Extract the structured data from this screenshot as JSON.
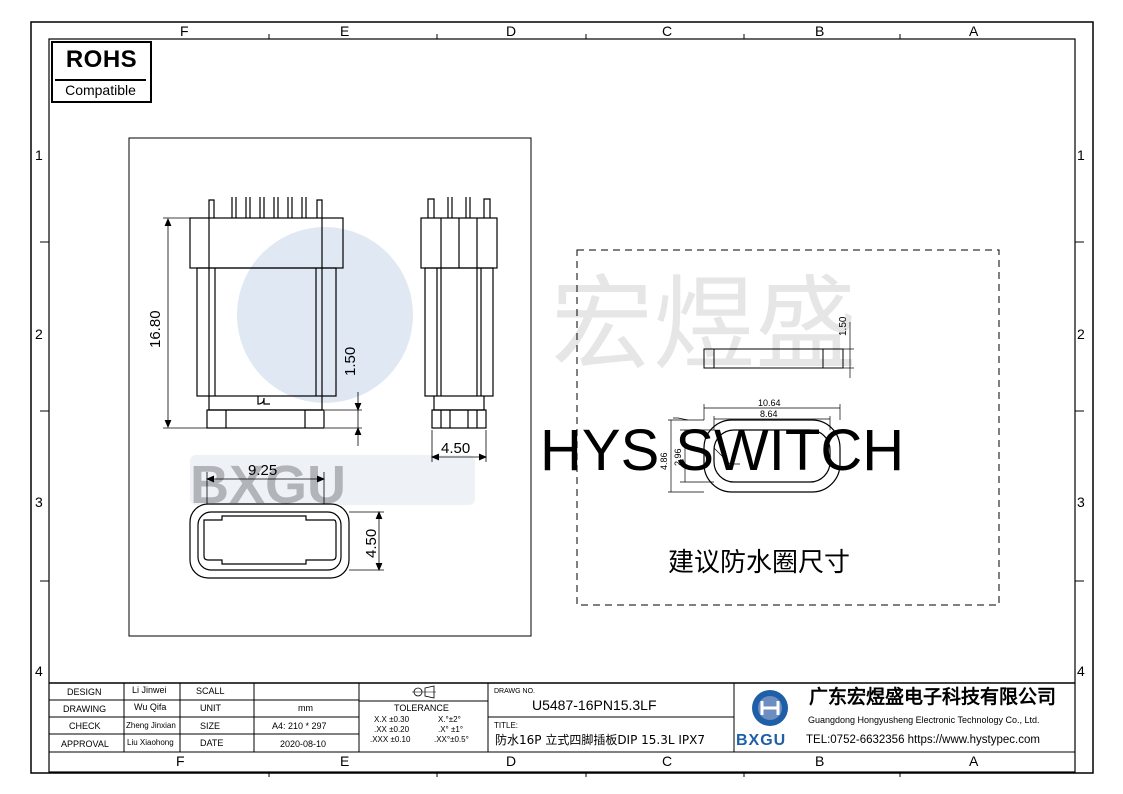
{
  "grid": {
    "cols": [
      "F",
      "E",
      "D",
      "C",
      "B",
      "A"
    ],
    "rows": [
      "1",
      "2",
      "3",
      "4"
    ]
  },
  "rohs": {
    "title": "ROHS",
    "sub": "Compatible"
  },
  "drawing": {
    "dims": {
      "height": "16.80",
      "pin": "1.50",
      "side_width": "4.50",
      "bottom_width": "9.25",
      "bottom_height": "4.50",
      "ring_thick": "1.50",
      "ring_outer_w": "10.64",
      "ring_inner_w": "8.64",
      "ring_outer_h": "4.86",
      "ring_inner_h": "2.96"
    },
    "watermark_cn": "宏煜盛",
    "watermark_en": "HYS SWITCH",
    "watermark_logo": "BXGU",
    "gasket_caption": "建议防水圈尺寸"
  },
  "titleblock": {
    "labels": {
      "design": "DESIGN",
      "drawing": "DRAWING",
      "check": "CHECK",
      "approval": "APPROVAL",
      "scale": "SCALL",
      "unit": "UNIT",
      "size": "SIZE",
      "date": "DATE",
      "tolerance": "TOLERANCE",
      "drawing_no": "DRAWG NO.",
      "title": "TITLE:"
    },
    "people": {
      "design": "Li Jinwei",
      "drawing": "Wu Qifa",
      "check": "Zheng Jinxian",
      "approval": "Liu Xiaohong"
    },
    "values": {
      "unit": "mm",
      "size": "A4: 210 * 297",
      "date": "2020-08-10"
    },
    "tolerance_rows": [
      {
        "lin": "X.X  ±0.30",
        "ang": "X.°±2°"
      },
      {
        "lin": ".XX  ±0.20",
        "ang": ".X° ±1°"
      },
      {
        "lin": ".XXX  ±0.10",
        "ang": ".XX°±0.5°"
      }
    ],
    "drawing_no": "U5487-16PN15.3LF",
    "title": "防水16P 立式四脚插板DIP 15.3L IPX7",
    "company_cn": "广东宏煜盛电子科技有限公司",
    "company_en": "Guangdong Hongyusheng Electronic Technology Co., Ltd.",
    "contact": "TEL:0752-6632356  https://www.hystypec.com",
    "logo_text": "BXGU"
  }
}
